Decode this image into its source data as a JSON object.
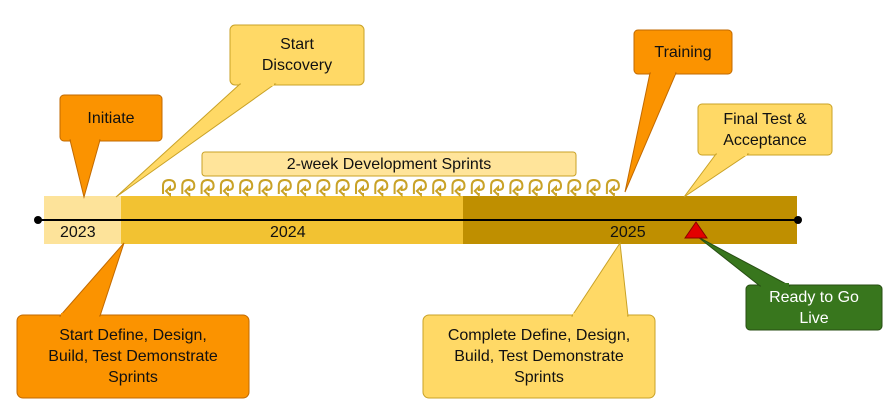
{
  "timeline": {
    "years": [
      "2023",
      "2024",
      "2025"
    ],
    "colors": {
      "y2023": "#fde39a",
      "y2024": "#f2c232",
      "y2025": "#bf8f00",
      "orange": "#fb9300",
      "orange_border": "#c26a00",
      "yellow": "#ffd966",
      "yellow_border": "#c9a227",
      "green": "#38761d",
      "green_border": "#274e13",
      "milestone_red": "#e30000"
    }
  },
  "callouts": {
    "initiate": "Initiate",
    "start_discovery": "Start\nDiscovery",
    "training": "Training",
    "final_test": "Final Test &\nAcceptance",
    "start_define": "Start Define, Design,\nBuild, Test Demonstrate\nSprints",
    "complete_define": "Complete Define, Design,\nBuild, Test Demonstrate\nSprints",
    "go_live": "Ready to Go\nLive"
  },
  "sprints": {
    "label": "2-week Development Sprints",
    "count": 24
  },
  "icons": {
    "milestone": "red-triangle-icon",
    "sprint": "curl-arrow-icon"
  }
}
